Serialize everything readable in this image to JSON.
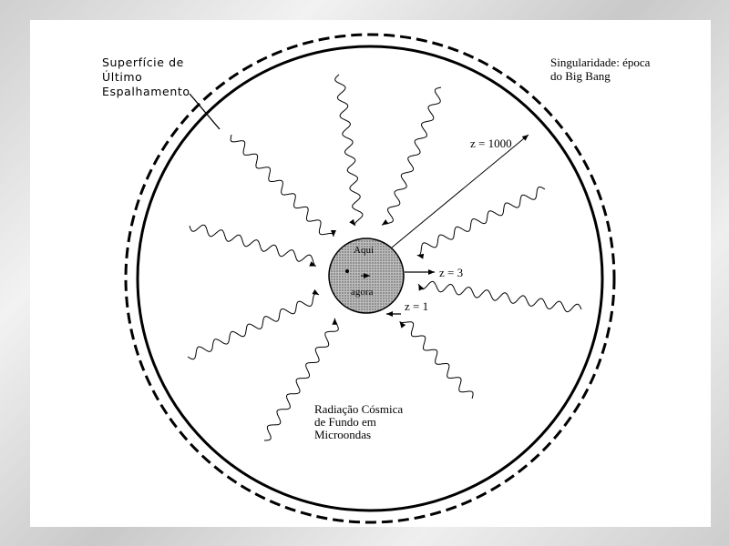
{
  "labels": {
    "last_scattering": [
      "Superfície de",
      "Último",
      "Espalhamento"
    ],
    "singularity": [
      "Singularidade: época",
      "do Big Bang"
    ],
    "z1000": "z = 1000",
    "z3": "z = 3",
    "z1": "z = 1",
    "here": "Aqui",
    "now": "agora",
    "cmb": [
      "Radiação Cósmica",
      "de Fundo em",
      "Microondas"
    ]
  }
}
